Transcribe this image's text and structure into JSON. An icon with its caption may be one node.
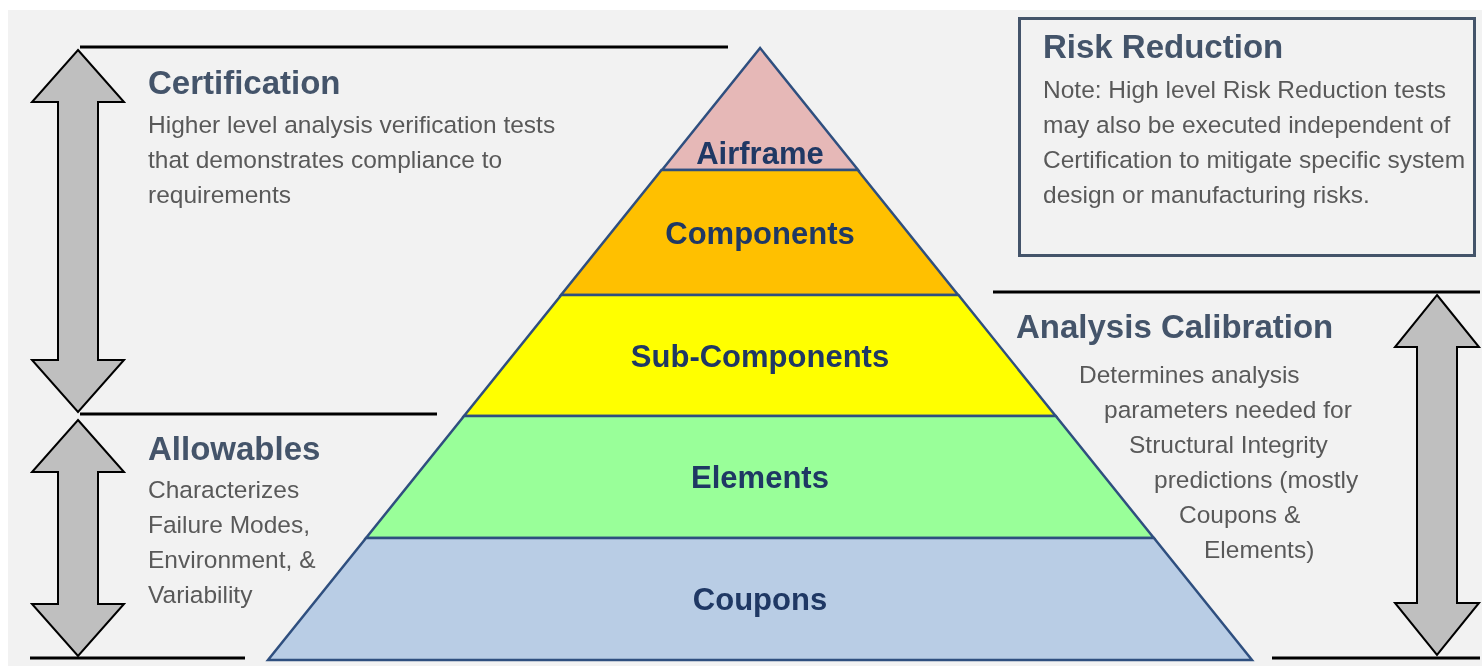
{
  "diagram": {
    "nodes": [
      {
        "text": [
          "Airframe"
        ]
      },
      {
        "text": [
          "Components"
        ]
      },
      {
        "text": [
          "Sub-Components"
        ]
      },
      {
        "text": [
          "Elements"
        ]
      },
      {
        "text": [
          "Coupons"
        ]
      },
      {
        "text": [
          "Risk Reduction",
          "Note: High level Risk Reduction tests may also be executed independent of Certification to mitigate specific system design or manufacturing risks."
        ]
      }
    ],
    "edges": [],
    "labels": [
      "Certification",
      "Higher level analysis verification tests that demonstrates compliance to requirements",
      "Allowables",
      "Characterizes Failure Modes, Environment, & Variability",
      "Analysis Calibration",
      "Determines analysis parameters needed for Structural Integrity predictions (mostly Coupons & Elements)"
    ]
  }
}
